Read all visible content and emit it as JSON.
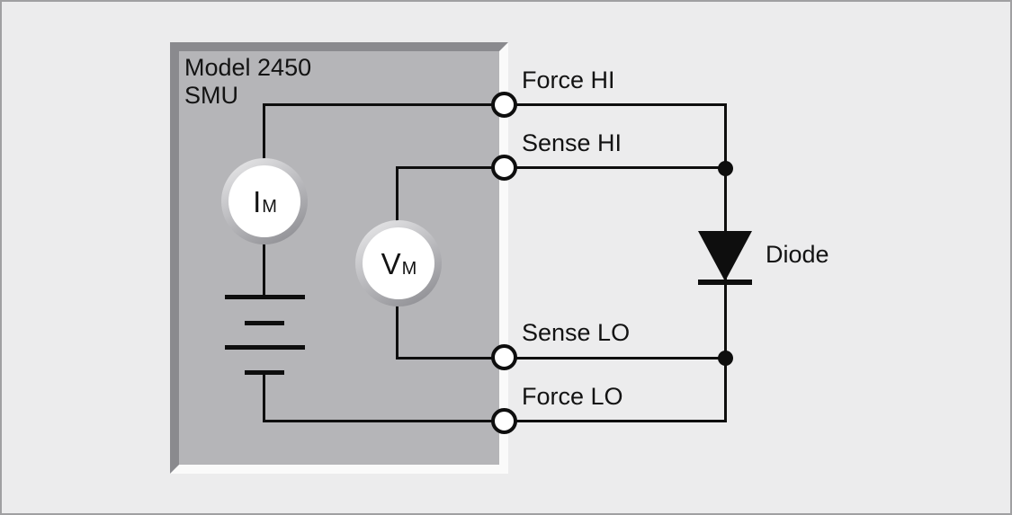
{
  "smu": {
    "title_line1": "Model 2450",
    "title_line2": "SMU"
  },
  "meters": {
    "current": {
      "symbol": "I",
      "subscript": "M"
    },
    "voltage": {
      "symbol": "V",
      "subscript": "M"
    }
  },
  "terminals": {
    "force_hi": "Force HI",
    "sense_hi": "Sense HI",
    "sense_lo": "Sense LO",
    "force_lo": "Force LO"
  },
  "device": {
    "label": "Diode"
  },
  "colors": {
    "background": "#ececed",
    "canvas_border": "#a0a0a2",
    "smu_fill": "#b5b5b8",
    "bevel_dark": "#8a8a8e",
    "bevel_light": "#fafafa",
    "wire": "#0e0e0e",
    "meter_ring_light": "#ededee",
    "meter_ring_dark": "#87878c",
    "meter_face": "#ffffff"
  }
}
